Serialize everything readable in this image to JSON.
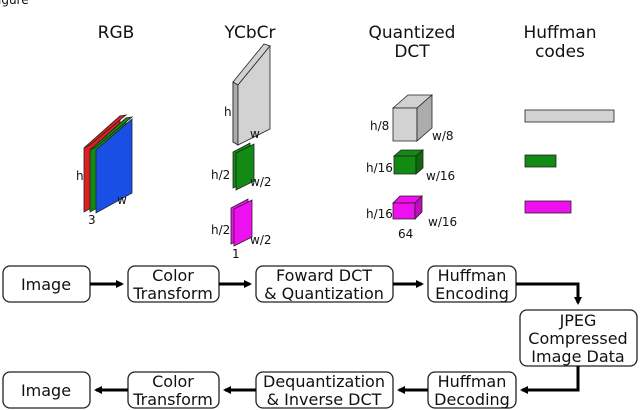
{
  "top_fragment": "igure",
  "headers": {
    "rgb": "RGB",
    "ycbcr": "YCbCr",
    "quantized_dct": [
      "Quantized",
      "DCT"
    ],
    "huffman_codes": [
      "Huffman",
      "codes"
    ]
  },
  "rgb_labels": {
    "h": "h",
    "w": "w",
    "depth": "3"
  },
  "ycbcr_labels": {
    "y_h": "h",
    "y_w": "w",
    "cb_h": "h/2",
    "cb_w": "w/2",
    "cr_h": "h/2",
    "cr_w": "w/2",
    "depth": "1"
  },
  "dct_labels": {
    "y_h": "h/8",
    "y_w": "w/8",
    "cb_h": "h/16",
    "cb_w": "w/16",
    "cr_h": "h/16",
    "cr_w": "w/16",
    "depth": "64"
  },
  "pipeline": {
    "encode": [
      {
        "lines": [
          "Image"
        ]
      },
      {
        "lines": [
          "Color",
          "Transform"
        ]
      },
      {
        "lines": [
          "Foward DCT",
          "& Quantization"
        ]
      },
      {
        "lines": [
          "Huffman",
          "Encoding"
        ]
      }
    ],
    "compressed": {
      "lines": [
        "JPEG",
        "Compressed",
        "Image Data"
      ]
    },
    "decode": [
      {
        "lines": [
          "Image"
        ]
      },
      {
        "lines": [
          "Color",
          "Transform"
        ]
      },
      {
        "lines": [
          "Dequantization",
          "& Inverse DCT"
        ]
      },
      {
        "lines": [
          "Huffman",
          "Decoding"
        ]
      }
    ]
  },
  "colors": {
    "red": "#e02020",
    "green": "#138a13",
    "blue": "#1a4fe6",
    "gray": "#d2d2d2",
    "magenta": "#ee10ee"
  }
}
